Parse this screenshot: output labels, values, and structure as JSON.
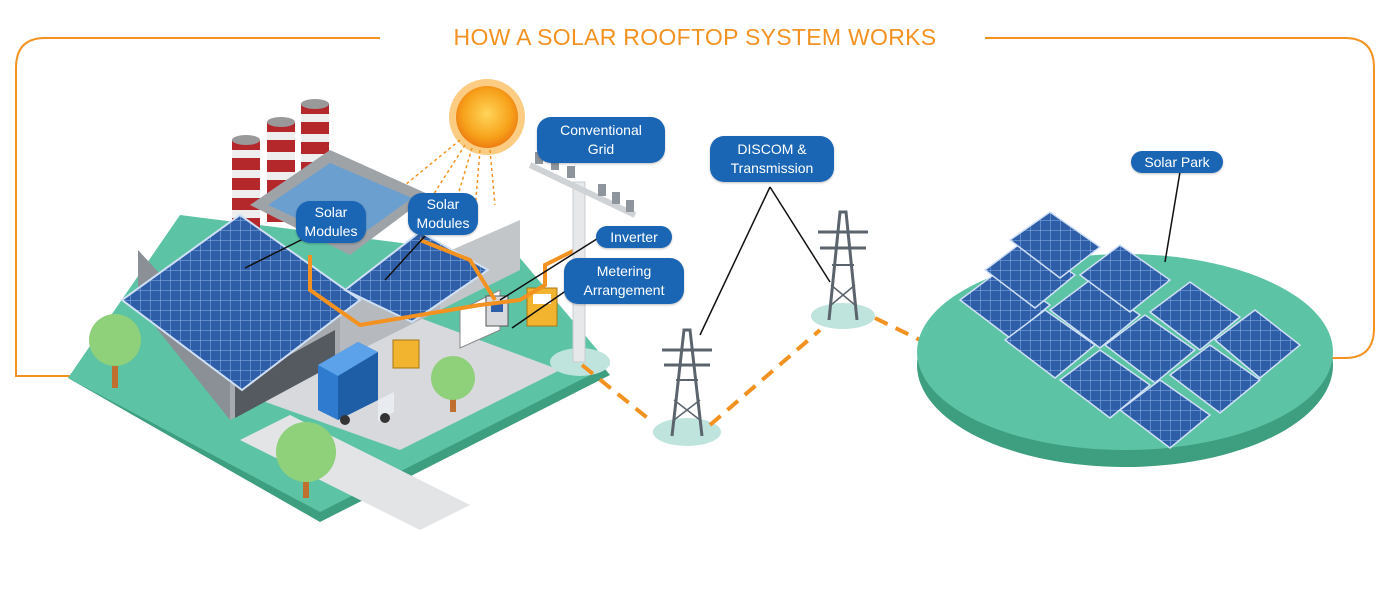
{
  "title": "HOW A SOLAR ROOFTOP SYSTEM WORKS",
  "labels": {
    "solar_modules_left": "Solar\nModules",
    "solar_modules_right": "Solar\nModules",
    "conventional_grid": "Conventional\nGrid",
    "inverter": "Inverter",
    "metering": "Metering\nArrangement",
    "discom": "DISCOM &\nTransmission",
    "solar_park": "Solar Park"
  },
  "colors": {
    "accent_orange": "#f39221",
    "label_blue": "#1a66b5",
    "ground_green": "#5cc4a4",
    "panel_blue": "#2e5ea8",
    "sun_orange": "#f7a21b"
  }
}
